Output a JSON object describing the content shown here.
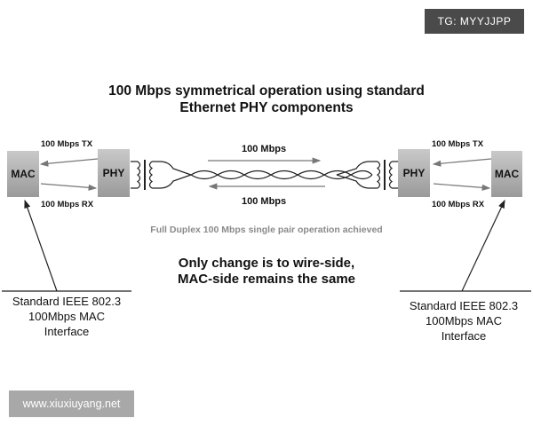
{
  "badge": "TG: MYYJJPP",
  "watermark": "www.xiuxiuyang.net",
  "title": {
    "line1": "100 Mbps symmetrical operation using standard",
    "line2": "Ethernet PHY components"
  },
  "left": {
    "mac": "MAC",
    "phy": "PHY",
    "tx": "100 Mbps TX",
    "rx": "100 Mbps RX"
  },
  "right": {
    "mac": "MAC",
    "phy": "PHY",
    "tx": "100 Mbps TX",
    "rx": "100 Mbps RX"
  },
  "link": {
    "top_label": "100 Mbps",
    "bottom_label": "100 Mbps"
  },
  "caption": "Full Duplex 100 Mbps single pair operation achieved",
  "note": {
    "line1": "Only change is to wire-side,",
    "line2": "MAC-side remains the same"
  },
  "interface_left": {
    "line1": "Standard IEEE 802.3",
    "line2": "100Mbps MAC",
    "line3": "Interface"
  },
  "interface_right": {
    "line1": "Standard IEEE 802.3",
    "line2": "100Mbps MAC",
    "line3": "Interface"
  }
}
